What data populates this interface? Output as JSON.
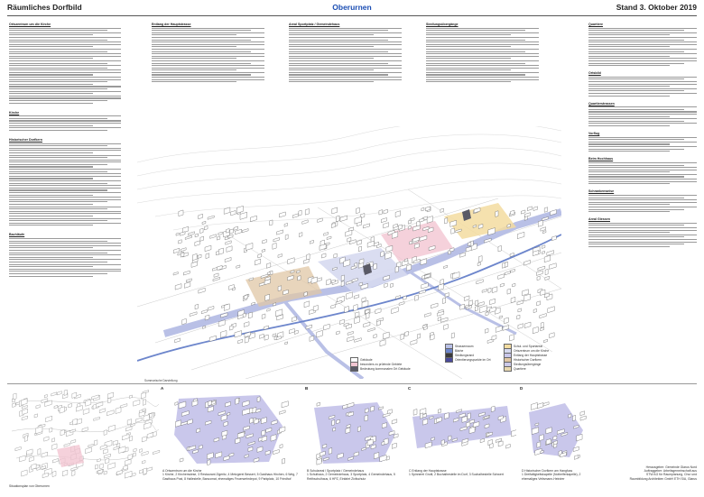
{
  "header": {
    "left": "Räumliches Dorfbild",
    "center": "Oberurnen",
    "right": "Stand 3. Oktober 2019"
  },
  "columns": [
    {
      "title": "Ortszentrum um die Kirche",
      "more": [
        "Kirche",
        "Historischer Dorfkern",
        "Bachläufe"
      ]
    },
    {
      "title": "Entlang der Hauptstrasse"
    },
    {
      "title": "Areal Sportplatz / Gemeindehaus"
    },
    {
      "title": "Siedlungsübergänge"
    },
    {
      "title": "Quartiere",
      "more": [
        "Ortsbild",
        "Quartierstrassen",
        "Vorflug",
        "Beim Hochhaus",
        "Schrankenweise",
        "Areal Giessen"
      ]
    }
  ],
  "legend": {
    "items": [
      {
        "label": "Gebäude",
        "color": "#ffffff"
      },
      {
        "label": "besonders zu prüfende Gebiete",
        "color": "#f2c6d2"
      },
      {
        "label": "Bedeutung kommunalen Ort Gebäude",
        "color": "#5a5a66"
      },
      {
        "label": "Strassenraum",
        "color": "#b9c0e6"
      },
      {
        "label": "Bäche",
        "color": "#6d86cc"
      },
      {
        "label": "Siedlungsrand",
        "color": "#3a3a3a"
      },
      {
        "label": "Orientierungspunkte im Ort",
        "color": "#4a4a9a"
      },
      {
        "label": "Schul- und Sportareal",
        "color": "#f3dca0"
      },
      {
        "label": "Ortszentrum um die Kirche",
        "color": "#d6d9ef"
      },
      {
        "label": "Entlang der Hauptstrasse",
        "color": "#c9c7eb"
      },
      {
        "label": "Historischer Dorfkern",
        "color": "#e0c7a6"
      },
      {
        "label": "Siedlungsübergänge",
        "color": "#ccc9e8"
      },
      {
        "label": "Quartiere",
        "color": "#e8d8b0"
      }
    ],
    "title": "Summarische Darstellung"
  },
  "panels": [
    {
      "label": "",
      "caption": "Situationsplan von Oberurnen"
    },
    {
      "label": "A",
      "caption": "A Ortszentrum um die Kirche",
      "sub": "1 Kirche, 2 Kirchenwiese, 3 Restaurant Zigeritz, 4 Metzgerei Bessert, 5 Gasthaus Hirchen, 6 Weg, 7 Gasthaus Post, 8 Hallestelle, Bancomat, ehemaliges Feuerwehrdepot, 9 Parkplatz, 10 Friedhof"
    },
    {
      "label": "B",
      "caption": "B Schulareal / Sportplatz / Gemeindehaus",
      "sub": "1 Schulhaus, 2 Gemeindehaus, 3 Sportplatz, 4 Gemeindehaus, 5 Reithschulhaus, 6 HPZ, Einfahrt Zivilschutz"
    },
    {
      "label": "C",
      "caption": "C Entlang der Hauptstrasse",
      "sub": "1 Spinnerei Grutli, 2 Buchalhestelle im Dorf, 3 Suchalhestelle Schwert"
    },
    {
      "label": "D",
      "caption": "D Historischer Dorfkern am Hangfuss",
      "sub": "1 Dreifaltigkeitskapelle (Nothelferkapelle), 2 ehemaliges Veitsmann-Heirdrer"
    }
  ],
  "footer": [
    "Herausgeber: Gemeinde Glarus Nord",
    "Auftraggeber: Arbeitsgemeinschaft aus",
    "STW AG für Raumplanung, Chur und",
    "Raumbildung Architekten GmbH ETH SIA, Glarus"
  ],
  "colors": {
    "accent": "#1a4db3",
    "street": "#b9c0e6",
    "creek": "#6d86cc",
    "school": "#f3dca0",
    "center": "#d6d9ef"
  }
}
